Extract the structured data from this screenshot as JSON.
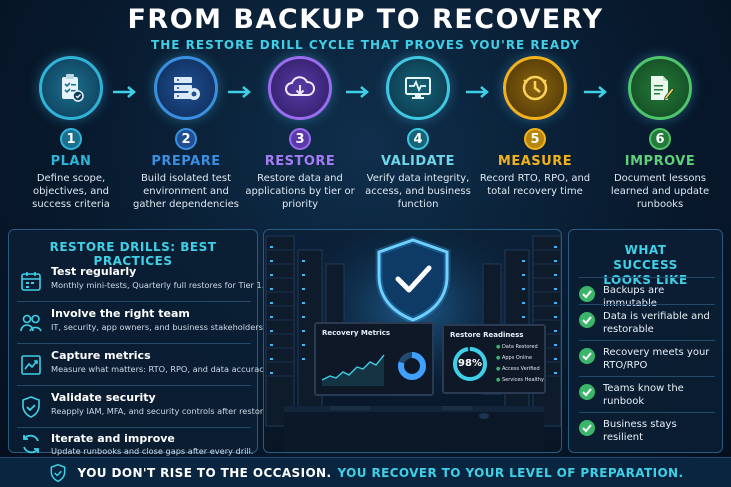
{
  "title": "FROM BACKUP TO RECOVERY",
  "subtitle": "THE RESTORE DRILL CYCLE THAT PROVES YOU'RE READY",
  "colors": {
    "plan": "#2fb3d8",
    "prepare": "#3a8fe0",
    "restore": "#9b6cf0",
    "validate": "#3fc7e0",
    "measure": "#f2b21c",
    "improve": "#4fc46a",
    "accent": "#3fd0e8"
  },
  "steps": [
    {
      "num": "1",
      "title": "PLAN",
      "desc": "Define scope, objectives, and success criteria",
      "icon": "clipboard-checklist-icon"
    },
    {
      "num": "2",
      "title": "PREPARE",
      "desc": "Build isolated test environment and gather dependencies",
      "icon": "server-gear-icon"
    },
    {
      "num": "3",
      "title": "RESTORE",
      "desc": "Restore data and applications by tier or priority",
      "icon": "cloud-download-icon"
    },
    {
      "num": "4",
      "title": "VALIDATE",
      "desc": "Verify data integrity, access, and business function",
      "icon": "monitor-pulse-icon"
    },
    {
      "num": "5",
      "title": "MEASURE",
      "desc": "Record RTO, RPO, and total recovery time",
      "icon": "clock-icon"
    },
    {
      "num": "6",
      "title": "IMPROVE",
      "desc": "Document lessons learned and update runbooks",
      "icon": "document-pencil-icon"
    }
  ],
  "best_practices": {
    "heading": "RESTORE DRILLS: BEST PRACTICES",
    "items": [
      {
        "title": "Test regularly",
        "desc": "Monthly mini-tests, Quarterly full restores for Tier 1.",
        "icon": "calendar-icon"
      },
      {
        "title": "Involve the right team",
        "desc": "IT, security, app owners, and business stakeholders.",
        "icon": "team-icon"
      },
      {
        "title": "Capture metrics",
        "desc": "Measure what matters: RTO, RPO, and data accuracy.",
        "icon": "chart-icon"
      },
      {
        "title": "Validate security",
        "desc": "Reapply IAM, MFA, and security controls after restore.",
        "icon": "shield-check-icon"
      },
      {
        "title": "Iterate and improve",
        "desc": "Update runbooks and close gaps after every drill.",
        "icon": "refresh-icon"
      }
    ]
  },
  "center": {
    "metrics_title": "Recovery Metrics",
    "readiness_title": "Restore Readiness",
    "readiness_value": "98%",
    "readiness_items": [
      "Data Restored",
      "Apps Online",
      "Access Verified",
      "Services Healthy"
    ]
  },
  "success": {
    "heading": "WHAT SUCCESS LOOKS LIKE",
    "items": [
      "Backups are immutable",
      "Data is verifiable and restorable",
      "Recovery meets your RTO/RPO",
      "Teams know the runbook",
      "Business stays resilient"
    ]
  },
  "footer": {
    "part1": "YOU DON'T RISE TO THE OCCASION.",
    "part2": "YOU RECOVER TO YOUR LEVEL OF PREPARATION."
  }
}
